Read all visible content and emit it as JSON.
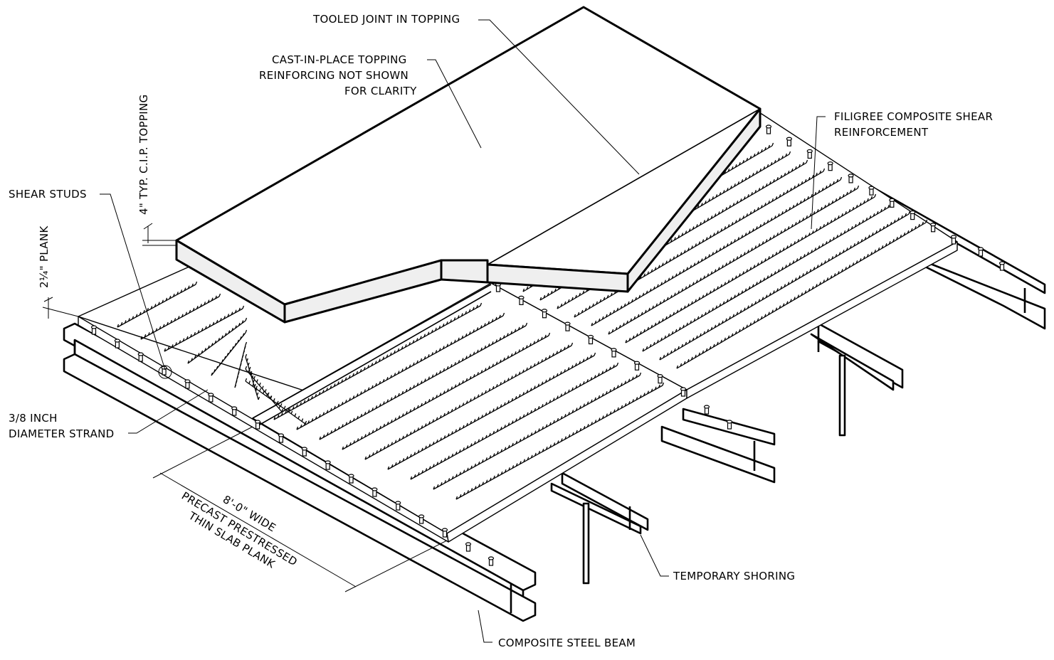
{
  "labels": {
    "tooled_joint": "TOOLED JOINT IN TOPPING",
    "cip_topping_1": "CAST-IN-PLACE TOPPING",
    "cip_topping_2": "REINFORCING NOT SHOWN",
    "cip_topping_3": "FOR CLARITY",
    "filigree_1": "FILIGREE COMPOSITE SHEAR",
    "filigree_2": "REINFORCEMENT",
    "shear_studs": "SHEAR STUDS",
    "topping_dim": "4\" TYP. C.I.P. TOPPING",
    "plank_dim": "2¼\" PLANK",
    "strand_1": "3/8 INCH",
    "strand_2": "DIAMETER STRAND",
    "plank_width_1": "8'-0\" WIDE",
    "plank_width_2": "PRECAST PRESTRESSED",
    "plank_width_3": "THIN SLAB PLANK",
    "temporary_shoring": "TEMPORARY SHORING",
    "composite_beam": "COMPOSITE STEEL BEAM"
  }
}
